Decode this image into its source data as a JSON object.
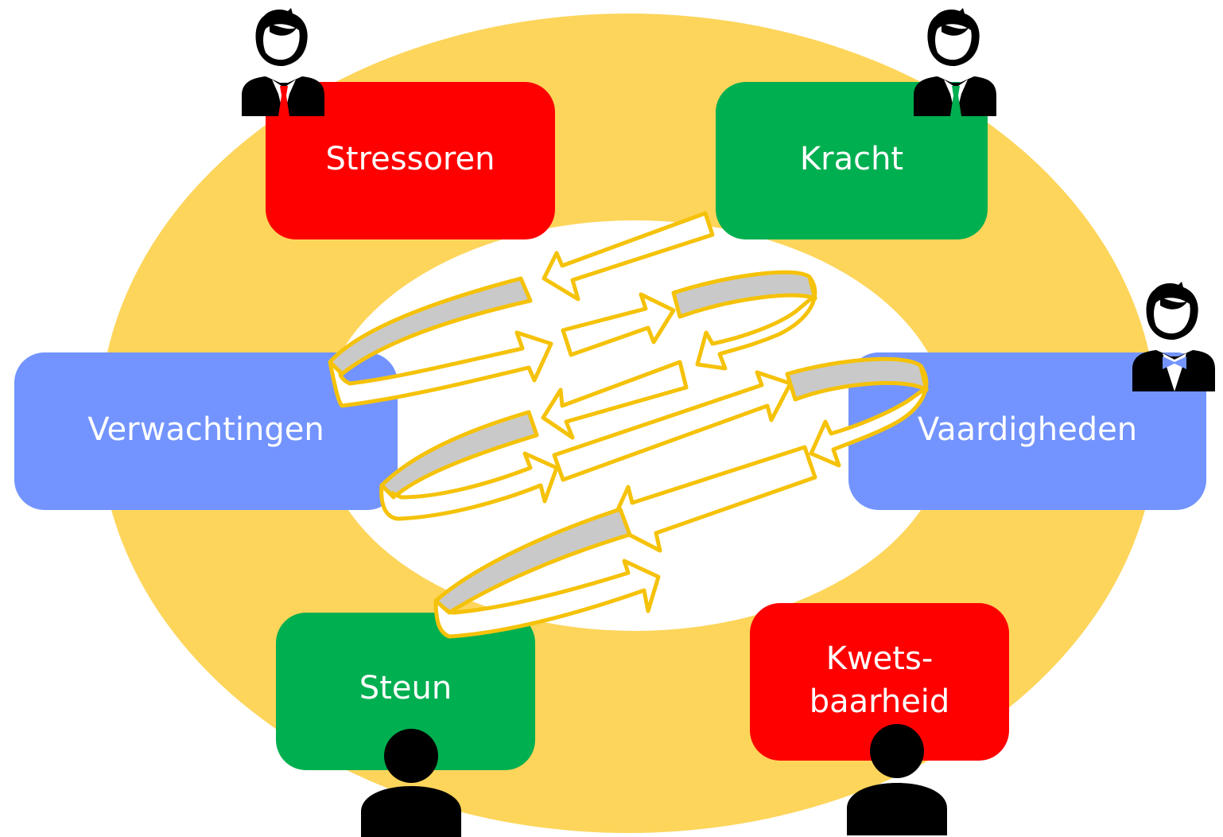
{
  "colors": {
    "ring": "#FDD55B",
    "center": "#FFFFFF",
    "red": "#FF0000",
    "green": "#00AF50",
    "blue": "#7394FF",
    "arrow_stroke": "#F5C20A",
    "arrow_fill_back": "#C9C9C9",
    "arrow_fill_front": "#FFFFFF",
    "person": "#000000"
  },
  "boxes": {
    "stressoren": {
      "label": "Stressoren",
      "color": "red"
    },
    "kracht": {
      "label": "Kracht",
      "color": "green"
    },
    "verwachtingen": {
      "label": "Verwachtingen",
      "color": "blue"
    },
    "vaardigheden": {
      "label": "Vaardigheden",
      "color": "blue"
    },
    "steun": {
      "label": "Steun",
      "color": "green"
    },
    "kwetsbaarheid": {
      "label_line1": "Kwets-",
      "label_line2": "baarheid",
      "color": "red"
    }
  },
  "people": {
    "top_left": {
      "icon": "businessman-red-tie-icon",
      "tie_color": "#FF0000"
    },
    "top_right": {
      "icon": "businessman-green-tie-icon",
      "tie_color": "#00AF50"
    },
    "right": {
      "icon": "businessman-blue-bowtie-icon",
      "tie_color": "#7394FF"
    },
    "bottom_left": {
      "icon": "person-silhouette-icon"
    },
    "bottom_right": {
      "icon": "person-silhouette-icon"
    }
  },
  "center": {
    "icon": "zigzag-circular-arrows-icon"
  }
}
